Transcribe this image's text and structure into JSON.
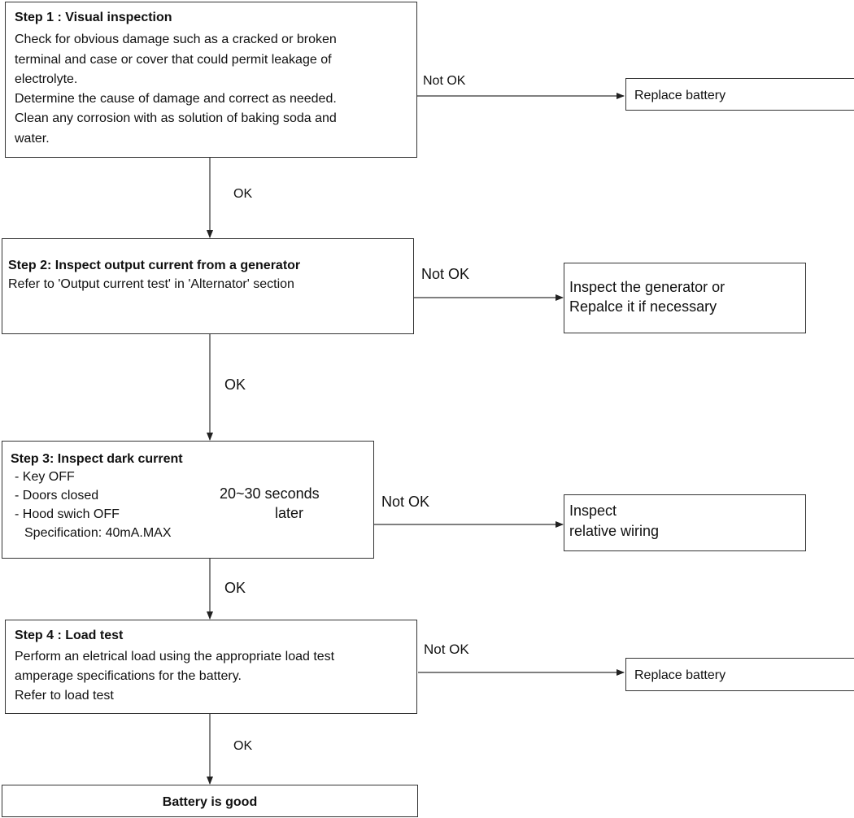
{
  "step1": {
    "title": "Step 1 : Visual inspection",
    "lines": [
      "Check for obvious damage such as a cracked or broken",
      "terminal and case or cover that could permit leakage of",
      "electrolyte.",
      "Determine the cause of damage and correct as needed.",
      "Clean any corrosion with as solution of baking soda and",
      "water."
    ],
    "not_ok": "Not OK",
    "result": "Replace battery",
    "ok": "OK"
  },
  "step2": {
    "title": "Step 2: Inspect output current from a generator",
    "line": "Refer to 'Output current test' in 'Alternator' section",
    "not_ok": "Not OK",
    "result_lines": [
      "Inspect the generator or",
      "Repalce it if necessary"
    ],
    "ok": "OK"
  },
  "step3": {
    "title": "Step 3: Inspect dark current",
    "items": [
      "- Key OFF",
      "- Doors closed",
      "- Hood swich OFF"
    ],
    "spec": "Specification: 40mA.MAX",
    "timing_lines": [
      "20~30 seconds",
      "later"
    ],
    "not_ok": "Not OK",
    "result_lines": [
      "Inspect",
      "relative wiring"
    ],
    "ok": "OK"
  },
  "step4": {
    "title": "Step 4 : Load test",
    "lines": [
      "Perform an eletrical load using the appropriate load test",
      "amperage specifications for the battery.",
      "Refer to load test"
    ],
    "not_ok": "Not OK",
    "result": "Replace battery",
    "ok": "OK"
  },
  "final": "Battery is good"
}
